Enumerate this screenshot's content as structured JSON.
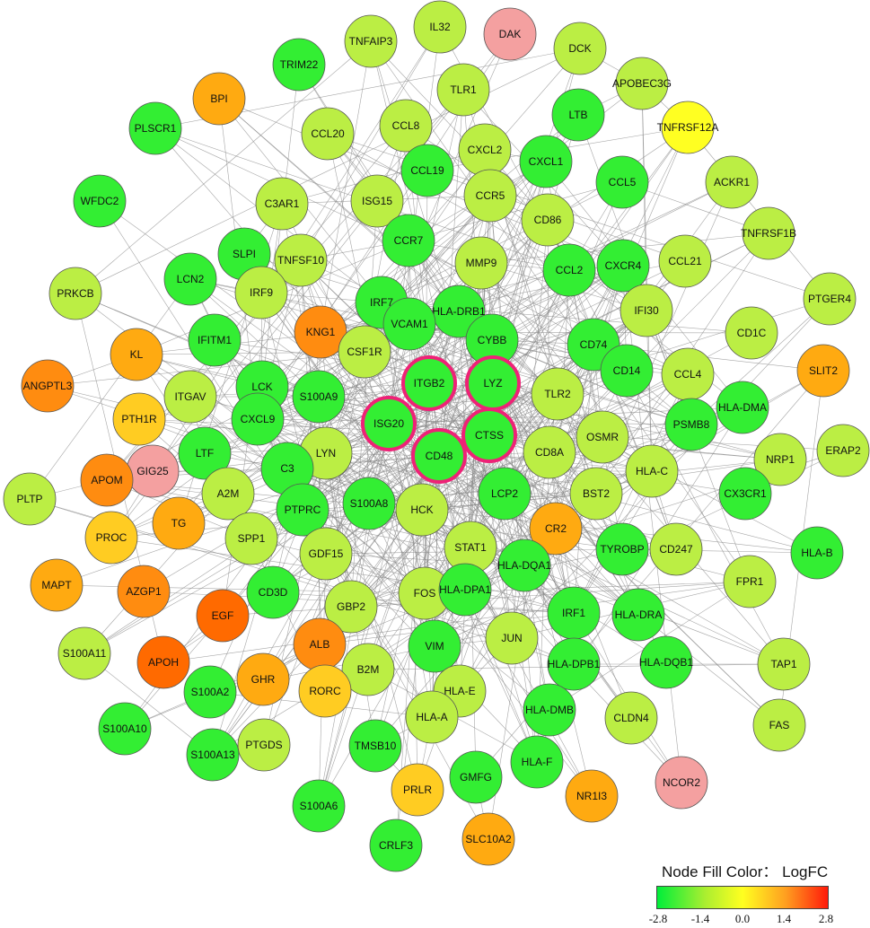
{
  "legend": {
    "title": "Node Fill Color： LogFC",
    "ticks": [
      "-2.8",
      "-1.4",
      "0.0",
      "1.4",
      "2.8"
    ]
  },
  "colors": {
    "deep_green": "#00e640",
    "green": "#33ee33",
    "yellow_green": "#99ee33",
    "lime": "#bbee44",
    "yellow": "#ffff22",
    "light_orange": "#ffcc22",
    "orange": "#ffaa11",
    "dark_orange": "#ff8c10",
    "red_orange": "#ff6a00",
    "pink": "#f4a0a0",
    "hub_ring": "#ee2277",
    "edge": "#888888"
  },
  "nodes": [
    "IL32",
    "DAK",
    "DCK",
    "TNFAIP3",
    "TRIM22",
    "APOBEC3G",
    "BPI",
    "TLR1",
    "LTB",
    "TNFRSF12A",
    "CCL8",
    "PLSCR1",
    "CCL20",
    "CXCL2",
    "CXCL1",
    "CCL19",
    "CCL5",
    "ACKR1",
    "WFDC2",
    "C3AR1",
    "ISG15",
    "CCR5",
    "CD86",
    "TNFRSF1B",
    "SLPI",
    "CCR7",
    "MMP9",
    "CCL2",
    "CXCR4",
    "CCL21",
    "TNFSF10",
    "LCN2",
    "IRF7",
    "HLA-DRB1",
    "PRKCB",
    "IRF9",
    "VCAM1",
    "PTGER4",
    "IFI30",
    "KNG1",
    "CYBB",
    "CD74",
    "CD1C",
    "IFITM1",
    "CSF1R",
    "KL",
    "CCL4",
    "LCK",
    "CD14",
    "SLIT2",
    "ANGPTL3",
    "ITGB2",
    "LYZ",
    "S100A9",
    "TLR2",
    "ITGAV",
    "PSMB8",
    "HLA-DMA",
    "PTH1R",
    "CXCL9",
    "ISG20",
    "CTSS",
    "OSMR",
    "LYN",
    "ERAP2",
    "GIG25",
    "LTF",
    "CD48",
    "CD8A",
    "NRP1",
    "C3",
    "APOM",
    "HLA-C",
    "BST2",
    "A2M",
    "PLTP",
    "TG",
    "S100A8",
    "LCP2",
    "CX3CR1",
    "PTPRC",
    "HCK",
    "PROC",
    "SPP1",
    "CR2",
    "STAT1",
    "TYROBP",
    "CD247",
    "HLA-B",
    "GDF15",
    "HLA-DQA1",
    "FOS",
    "FPR1",
    "HLA-DPA1",
    "MAPT",
    "AZGP1",
    "CD3D",
    "GBP2",
    "IRF1",
    "HLA-DRA",
    "EGF",
    "JUN",
    "VIM",
    "ALB",
    "S100A11",
    "TAP1",
    "APOH",
    "HLA-DPB1",
    "HLA-DQB1",
    "GHR",
    "B2M",
    "HLA-E",
    "HLA-A",
    "RORC",
    "HLA-DMB",
    "CLDN4",
    "S100A2",
    "FAS",
    "S100A10",
    "TMSB10",
    "PTGDS",
    "HLA-F",
    "GMFG",
    "S100A13",
    "NCOR2",
    "PRLR",
    "NR1I3",
    "S100A6",
    "CRLF3",
    "SLC10A2"
  ]
}
